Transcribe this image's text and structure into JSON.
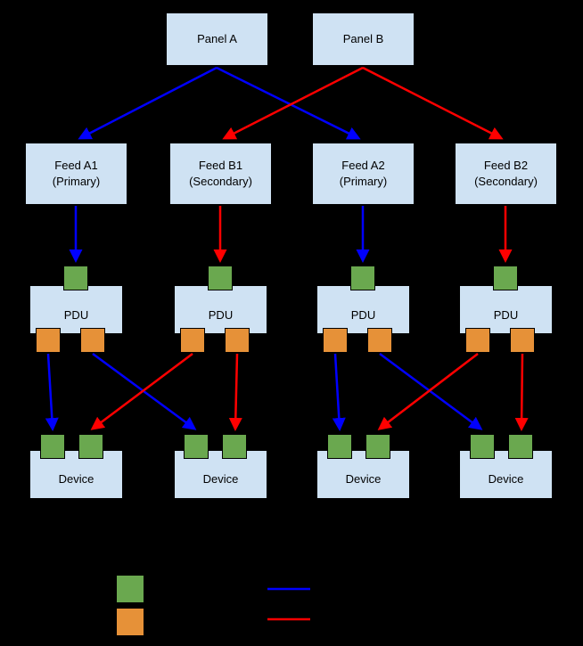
{
  "diagram": {
    "background": "#000000",
    "colors": {
      "node_fill": "#cfe2f3",
      "node_border": "#000000",
      "input_port": "#6aa84f",
      "output_port": "#e69138",
      "primary_path": "#0000ff",
      "secondary_path": "#ff0000"
    },
    "panels": [
      {
        "label": "Panel A"
      },
      {
        "label": "Panel B"
      }
    ],
    "feeds": [
      {
        "label": "Feed A1",
        "sublabel": "(Primary)"
      },
      {
        "label": "Feed B1",
        "sublabel": "(Secondary)"
      },
      {
        "label": "Feed A2",
        "sublabel": "(Primary)"
      },
      {
        "label": "Feed B2",
        "sublabel": "(Secondary)"
      }
    ],
    "pdus": [
      {
        "label": "PDU"
      },
      {
        "label": "PDU"
      },
      {
        "label": "PDU"
      },
      {
        "label": "PDU"
      }
    ],
    "devices": [
      {
        "label": "Device"
      },
      {
        "label": "Device"
      },
      {
        "label": "Device"
      },
      {
        "label": "Device"
      }
    ]
  }
}
